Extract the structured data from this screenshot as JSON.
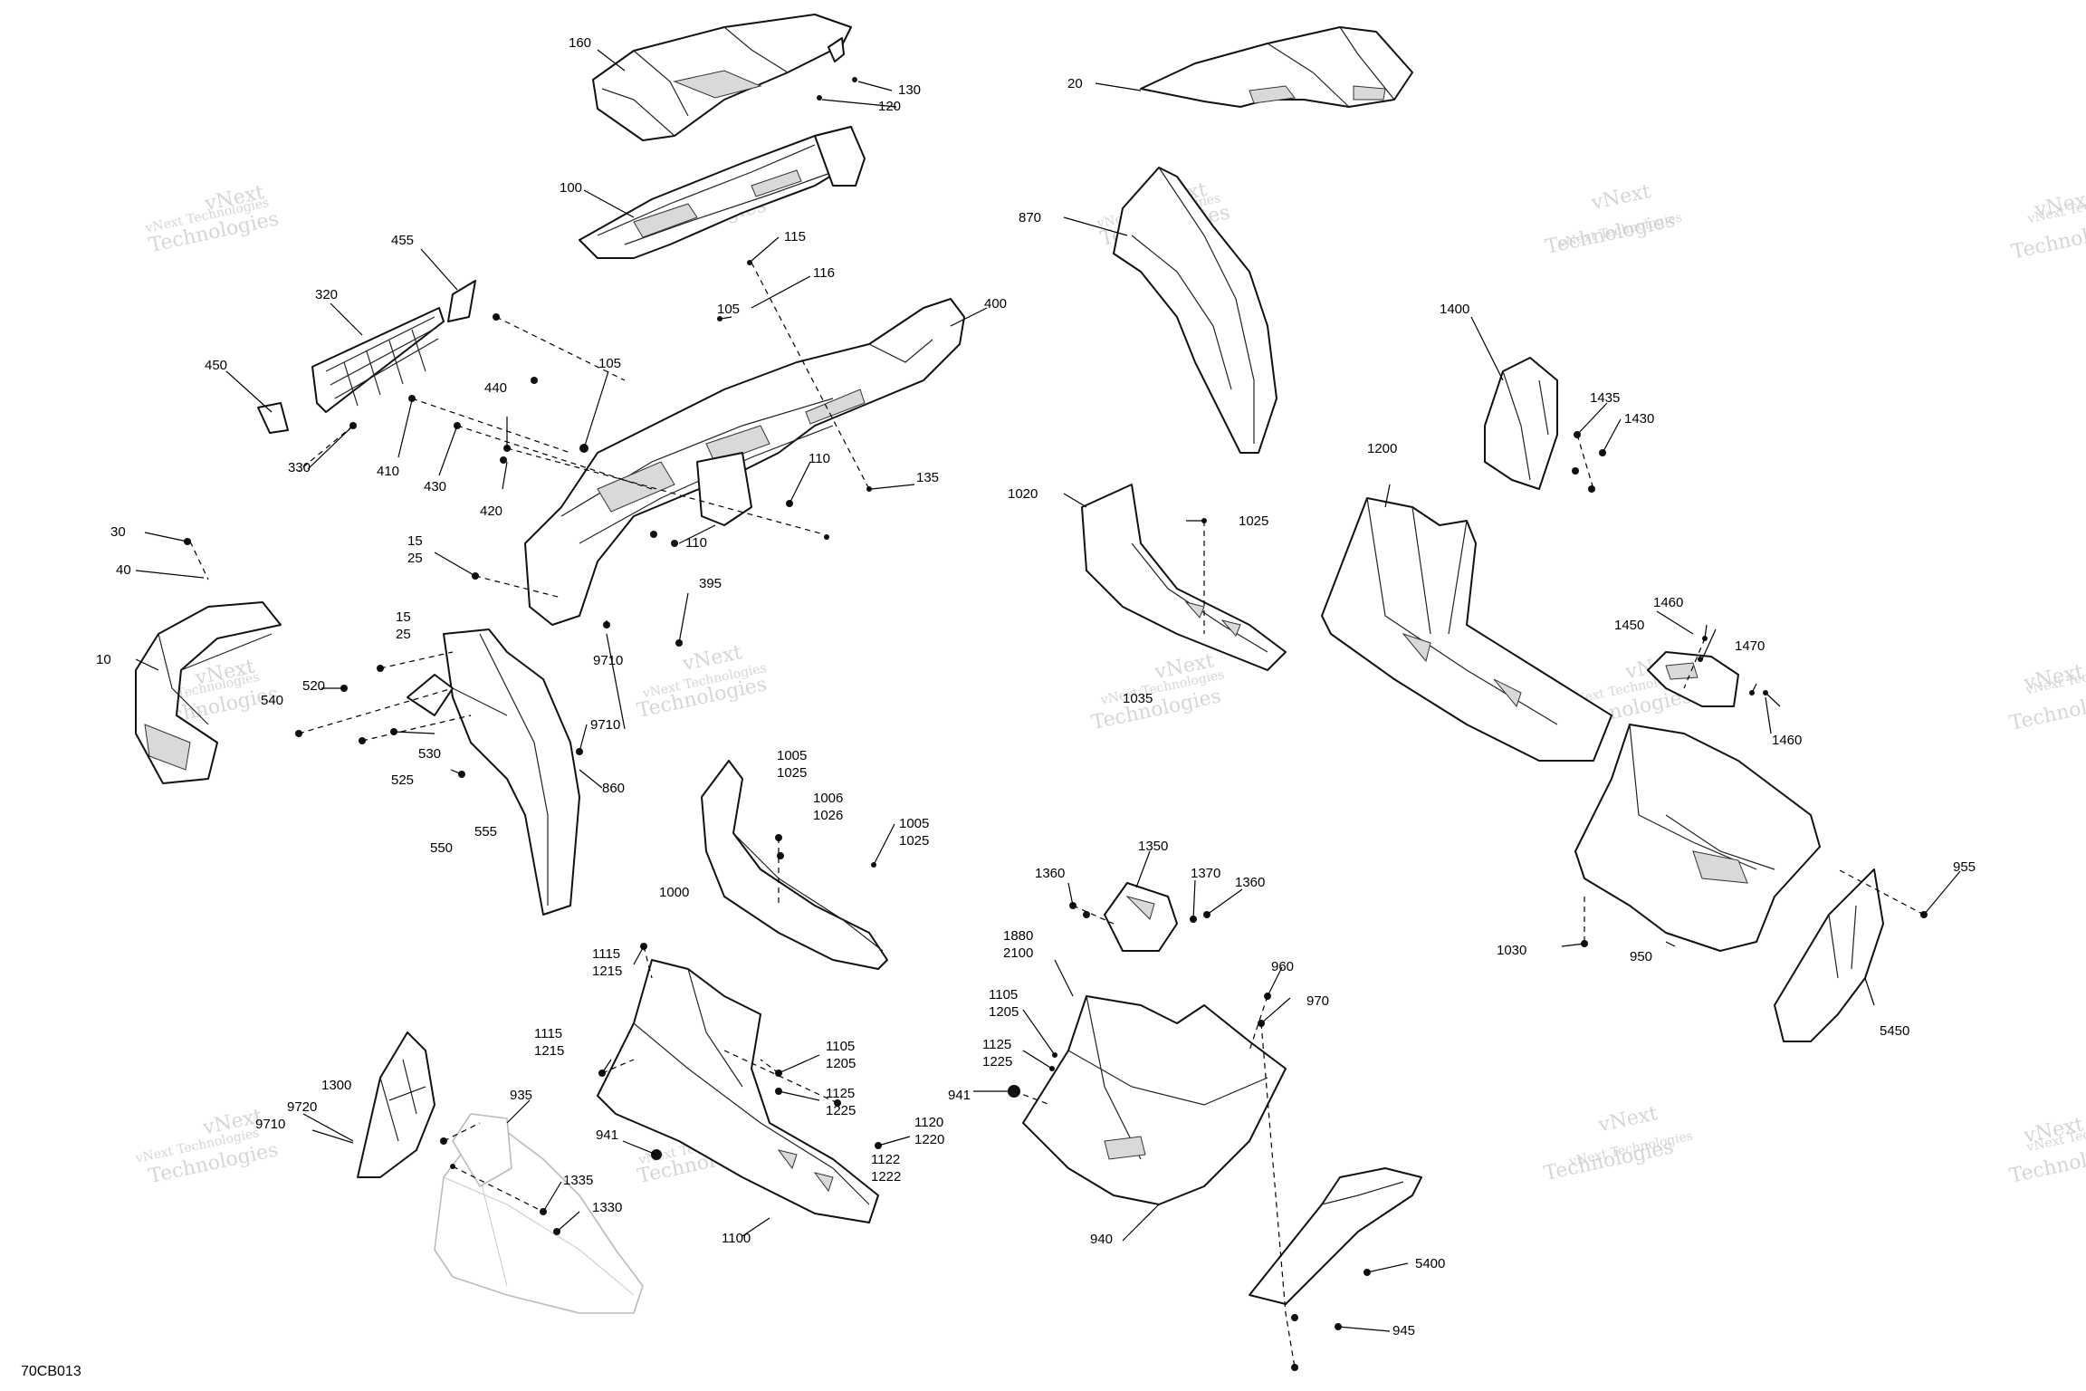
{
  "diagram": {
    "code": "70CB013",
    "watermark": {
      "line1": "vNext",
      "line2": "Technologies",
      "small": "vNext Technologies"
    },
    "callouts": [
      "160",
      "130",
      "120",
      "100",
      "115",
      "116",
      "105",
      "455",
      "320",
      "450",
      "330",
      "410",
      "430",
      "440",
      "420",
      "105",
      "110",
      "135",
      "400",
      "110",
      "30",
      "40",
      "15",
      "25",
      "395",
      "10",
      "9710",
      "520",
      "540",
      "15",
      "25",
      "530",
      "525",
      "9710",
      "860",
      "550",
      "555",
      "20",
      "870",
      "1400",
      "1435",
      "1430",
      "1200",
      "1020",
      "1025",
      "1035",
      "1460",
      "1450",
      "1470",
      "1460",
      "1005",
      "1025",
      "1006",
      "1026",
      "1005",
      "1025",
      "1000",
      "1350",
      "1360",
      "1370",
      "1360",
      "955",
      "1880",
      "2100",
      "1030",
      "950",
      "5450",
      "960",
      "970",
      "1105",
      "1205",
      "1125",
      "1225",
      "941",
      "1115",
      "1215",
      "1115",
      "1215",
      "1105",
      "1205",
      "1125",
      "1225",
      "1120",
      "1220",
      "1122",
      "1222",
      "1300",
      "9720",
      "9710",
      "935",
      "941",
      "1335",
      "1330",
      "1100",
      "940",
      "5400",
      "945"
    ]
  }
}
